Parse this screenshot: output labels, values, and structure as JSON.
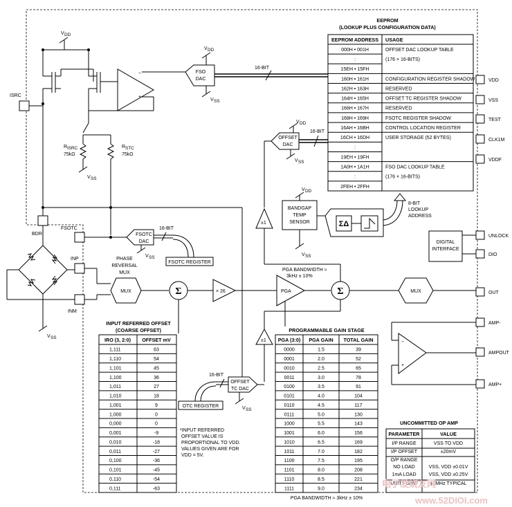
{
  "eeprom": {
    "title_line1": "EEPROM",
    "title_line2": "(LOOKUP PLUS CONFIGURATION DATA)",
    "col_address": "EEPROM ADDRESS",
    "col_usage": "USAGE",
    "rows": [
      {
        "addr": "000H • 001H",
        "usage": "OFFSET DAC LOOKUP TABLE"
      },
      {
        "addr": ":",
        "usage": "(176 × 16-BITS)"
      },
      {
        "addr": "15EH • 15FH",
        "usage": ""
      },
      {
        "addr": "160H • 161H",
        "usage": "CONFIGURATION REGISTER SHADOW"
      },
      {
        "addr": "162H • 163H",
        "usage": "RESERVED"
      },
      {
        "addr": "164H • 165H",
        "usage": "OFFSET TC REGISTER SHADOW"
      },
      {
        "addr": "166H • 167H",
        "usage": "RESERVED"
      },
      {
        "addr": "168H • 169H",
        "usage": "FSOTC REGISTER SHADOW"
      },
      {
        "addr": "16AH • 16BH",
        "usage": "CONTROL LOCATION REGISTER"
      },
      {
        "addr": "16CH • 16DH",
        "usage": "USER STORAGE (52 BYTES)"
      },
      {
        "addr": ":",
        "usage": ""
      },
      {
        "addr": "19EH • 19FH",
        "usage": ""
      },
      {
        "addr": "1A0H • 1A1H",
        "usage": "FSO DAC LOOKUP TABLE"
      },
      {
        "addr": ":",
        "usage": "(176 × 16-BITS)"
      },
      {
        "addr": "2FEH • 2FFH",
        "usage": ""
      }
    ]
  },
  "pins": {
    "vdd": "VDD",
    "vss": "VSS",
    "test": "TEST",
    "clk1m": "CLK1M",
    "vddf": "VDDF",
    "unlock": "UNLOCK",
    "dio": "DIO",
    "out": "OUT",
    "amp_minus": "AMP-",
    "ampout": "AMPOUT",
    "amp_plus": "AMP+",
    "isrc": "ISRC",
    "bdr": "BDR",
    "fsotc": "FSOTC",
    "inp": "INP",
    "inm": "INM"
  },
  "labels": {
    "vdd": "V",
    "vdd_sub": "DD",
    "vss": "V",
    "vss_sub": "SS",
    "fso_dac_1": "FSO",
    "fso_dac_2": "DAC",
    "bit16": "16-BIT",
    "offset_dac_1": "OFFSET",
    "offset_dac_2": "DAC",
    "rstc_r": "R",
    "rstc_sub": "STC",
    "rstc_val": "75kΩ",
    "risrc_r": "R",
    "risrc_sub": "ISRC",
    "risrc_val": "75kΩ",
    "buf": "±1",
    "bandgap_1": "BANDGAP",
    "bandgap_2": "TEMP",
    "bandgap_3": "SENSOR",
    "sd": "ΣΔ",
    "bit8_1": "8-BIT",
    "bit8_2": "LOOKUP",
    "bit8_3": "ADDRESS",
    "fsotc_dac_1": "FSOTC",
    "fsotc_dac_2": "DAC",
    "fsotc_register": "FSOTC REGISTER",
    "phase_1": "PHASE",
    "phase_2": "REVERSAL",
    "phase_3": "MUX",
    "mux": "MUX",
    "sigma": "Σ",
    "x26": "× 26",
    "pga": "PGA",
    "pga_bw_1": "PGA BANDWIDTH ≈",
    "pga_bw_2": "3kHz ± 10%",
    "digital_1": "DIGITAL",
    "digital_2": "INTERFACE",
    "otc_register": "OTC REGISTER",
    "offset_tc_1": "OFFSET",
    "offset_tc_2": "TC DAC",
    "pga_bw_bottom": "PGA BANDWIDTH ≈ 3kHz ± 10%",
    "note_1": "*INPUT REFERRED",
    "note_2": "OFFSET VALUE IS",
    "note_3": "PROPORTIONAL TO VDD.",
    "note_4": "VALUES GIVEN ARE FOR",
    "note_5": "VDD = 5V."
  },
  "offset_table": {
    "title_1": "INPUT REFERRED OFFSET",
    "title_2": "(COARSE OFFSET)",
    "col1": "IRO (3, 2:0)",
    "col2": "OFFSET mV",
    "rows": [
      [
        "1,111",
        "63"
      ],
      [
        "1,110",
        "54"
      ],
      [
        "1,101",
        "45"
      ],
      [
        "1,100",
        "36"
      ],
      [
        "1,011",
        "27"
      ],
      [
        "1,010",
        "18"
      ],
      [
        "1,001",
        "9"
      ],
      [
        "1,000",
        "0"
      ],
      [
        "0,000",
        "0"
      ],
      [
        "0,001",
        "-9"
      ],
      [
        "0,010",
        "-18"
      ],
      [
        "0,011",
        "-27"
      ],
      [
        "0,100",
        "-36"
      ],
      [
        "0,101",
        "-45"
      ],
      [
        "0,110",
        "-54"
      ],
      [
        "0,111",
        "-63"
      ]
    ]
  },
  "gain_table": {
    "title": "PROGRAMMABLE GAIN STAGE",
    "col1": "PGA (3:0)",
    "col2": "PGA GAIN",
    "col3": "TOTAL GAIN",
    "rows": [
      [
        "0000",
        "1.5",
        "39"
      ],
      [
        "0001",
        "2.0",
        "52"
      ],
      [
        "0010",
        "2.5",
        "65"
      ],
      [
        "0011",
        "3.0",
        "78"
      ],
      [
        "0100",
        "3.5",
        "91"
      ],
      [
        "0101",
        "4.0",
        "104"
      ],
      [
        "0110",
        "4.5",
        "117"
      ],
      [
        "0111",
        "5.0",
        "130"
      ],
      [
        "1000",
        "5.5",
        "143"
      ],
      [
        "1001",
        "6.0",
        "156"
      ],
      [
        "1010",
        "6.5",
        "169"
      ],
      [
        "1011",
        "7.0",
        "182"
      ],
      [
        "1100",
        "7.5",
        "195"
      ],
      [
        "1101",
        "8.0",
        "208"
      ],
      [
        "1110",
        "8.5",
        "221"
      ],
      [
        "1111",
        "9.0",
        "234"
      ]
    ]
  },
  "opamp_table": {
    "title": "UNCOMMITTED OP AMP",
    "col1": "PARAMETER",
    "col2": "VALUE",
    "rows": [
      [
        "I/P RANGE",
        "VSS TO VDD"
      ],
      [
        "I/P OFFSET",
        "±20mV"
      ],
      [
        "O/P RANGE",
        ""
      ],
      [
        "NO LOAD",
        "VSS, VDD ±0.01V"
      ],
      [
        "1mA LOAD",
        "VSS, VDD ±0.25V"
      ],
      [
        "UNITY GBW",
        "10MHz TYPICAL"
      ]
    ]
  },
  "watermark": {
    "line1": "电子发烧友网",
    "line2": "www.52DIOI.com"
  }
}
